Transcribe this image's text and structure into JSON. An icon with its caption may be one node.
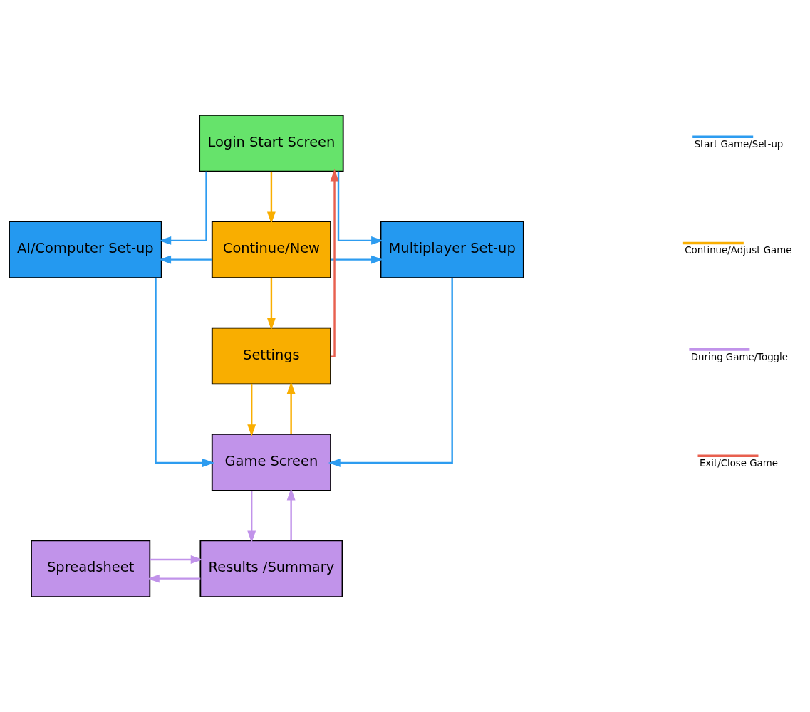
{
  "diagram": {
    "nodes": [
      {
        "text": [
          "Login Start Screen"
        ]
      },
      {
        "text": [
          "AI/Computer Set-up"
        ]
      },
      {
        "text": [
          "Continue/New"
        ]
      },
      {
        "text": [
          "Multiplayer Set-up"
        ]
      },
      {
        "text": [
          "Settings"
        ]
      },
      {
        "text": [
          "Game Screen"
        ]
      },
      {
        "text": [
          "Spreadsheet"
        ]
      },
      {
        "text": [
          "Results /Summary"
        ]
      }
    ],
    "edges": [
      {
        "from": 0,
        "to": 1,
        "arrow": "to"
      },
      {
        "from": 0,
        "to": 2,
        "arrow": "to",
        "color": "#f9ae00"
      },
      {
        "from": 0,
        "to": 3,
        "arrow": "to"
      },
      {
        "from": 2,
        "to": 1,
        "arrow": "to"
      },
      {
        "from": 2,
        "to": 3,
        "arrow": "to"
      },
      {
        "from": 2,
        "to": 4,
        "arrow": "to",
        "color": "#f9ae00"
      },
      {
        "from": 4,
        "to": 0,
        "arrow": "to",
        "color": "#e8604f"
      },
      {
        "from": 1,
        "to": 5,
        "arrow": "to"
      },
      {
        "from": 3,
        "to": 5,
        "arrow": "to"
      },
      {
        "from": 5,
        "to": 4,
        "arrow": "to",
        "color": "#f9ae00"
      },
      {
        "from": 4,
        "to": 5,
        "arrow": "to",
        "color": "#f9ae00"
      },
      {
        "from": 5,
        "to": 7,
        "arrow": "to",
        "color": "#c193ea"
      },
      {
        "from": 6,
        "to": 7,
        "arrow": "to",
        "color": "#c193ea"
      },
      {
        "from": 7,
        "to": 6,
        "arrow": "to",
        "color": "#c193ea"
      },
      {
        "from": 7,
        "to": 5,
        "arrow": "to",
        "color": "#c193ea"
      }
    ],
    "legend": [
      {
        "text": "Start Game/Set-up"
      },
      {
        "text": "Continue/Adjust Game"
      },
      {
        "text": "During Game/Toggle"
      },
      {
        "text": "Exit/Close Game"
      }
    ]
  }
}
